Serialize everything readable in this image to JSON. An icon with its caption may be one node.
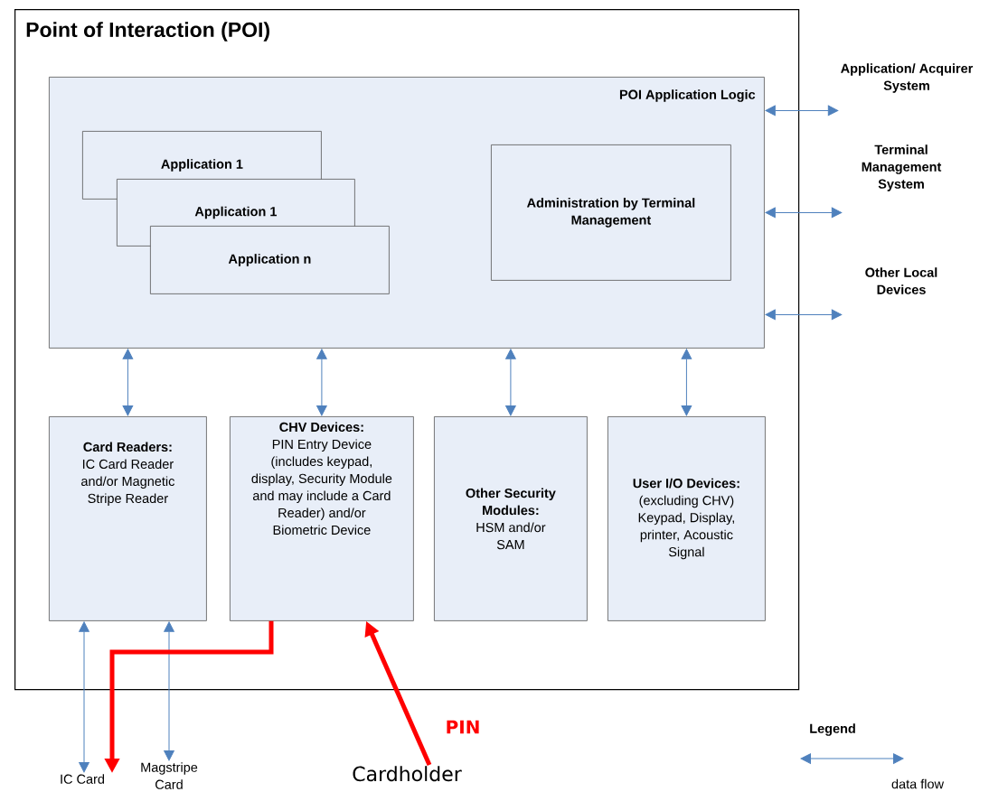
{
  "diagram": {
    "nodes": [
      {
        "text": [
          "Point of Interaction (POI)"
        ]
      },
      {
        "text": [
          "POI Application Logic"
        ],
        "in": 0
      },
      {
        "text": [
          "Application 1"
        ],
        "in": 1
      },
      {
        "text": [
          "Application 1"
        ],
        "in": 1
      },
      {
        "text": [
          "Application n"
        ],
        "in": 1
      },
      {
        "text": [
          "Administration by Terminal Management"
        ],
        "in": 1
      },
      {
        "text": [
          "Card Readers:",
          "IC Card Reader and/or Magnetic Stripe Reader"
        ],
        "in": 0
      },
      {
        "text": [
          "CHV Devices:",
          "PIN Entry Device (includes  keypad, display, Security Module and may include a Card Reader) and/or Biometric Device"
        ],
        "in": 0
      },
      {
        "text": [
          "Other Security Modules:",
          "HSM and/or SAM"
        ],
        "in": 0
      },
      {
        "text": [
          "User I/O Devices:",
          "(excluding CHV) Keypad, Display, printer, Acoustic Signal"
        ],
        "in": 0
      },
      {
        "text": [
          "Application/ Acquirer System"
        ]
      },
      {
        "text": [
          "Terminal Management System"
        ]
      },
      {
        "text": [
          "Other Local Devices"
        ]
      },
      {
        "text": [
          "IC Card"
        ]
      },
      {
        "text": [
          "Magstripe Card"
        ]
      },
      {
        "text": [
          "Cardholder"
        ]
      }
    ],
    "edges": [
      {
        "from": 1,
        "to": 6,
        "arrow": "both"
      },
      {
        "from": 1,
        "to": 7,
        "arrow": "both"
      },
      {
        "from": 1,
        "to": 8,
        "arrow": "both"
      },
      {
        "from": 1,
        "to": 9,
        "arrow": "both"
      },
      {
        "from": 1,
        "to": 10,
        "arrow": "both"
      },
      {
        "from": 1,
        "to": 11,
        "arrow": "both"
      },
      {
        "from": 1,
        "to": 12,
        "arrow": "both"
      },
      {
        "from": 6,
        "to": 13,
        "arrow": "both"
      },
      {
        "from": 6,
        "to": 14,
        "arrow": "both"
      },
      {
        "from": 15,
        "to": 7,
        "arrow": "to",
        "label": "PIN",
        "style": "thick",
        "color": "#ff0000"
      },
      {
        "from": 7,
        "to": 13,
        "arrow": "to",
        "style": "thick",
        "color": "#ff0000"
      }
    ],
    "labels": [
      "Legend"
    ],
    "legend": [
      {
        "text": "data flow"
      }
    ]
  }
}
